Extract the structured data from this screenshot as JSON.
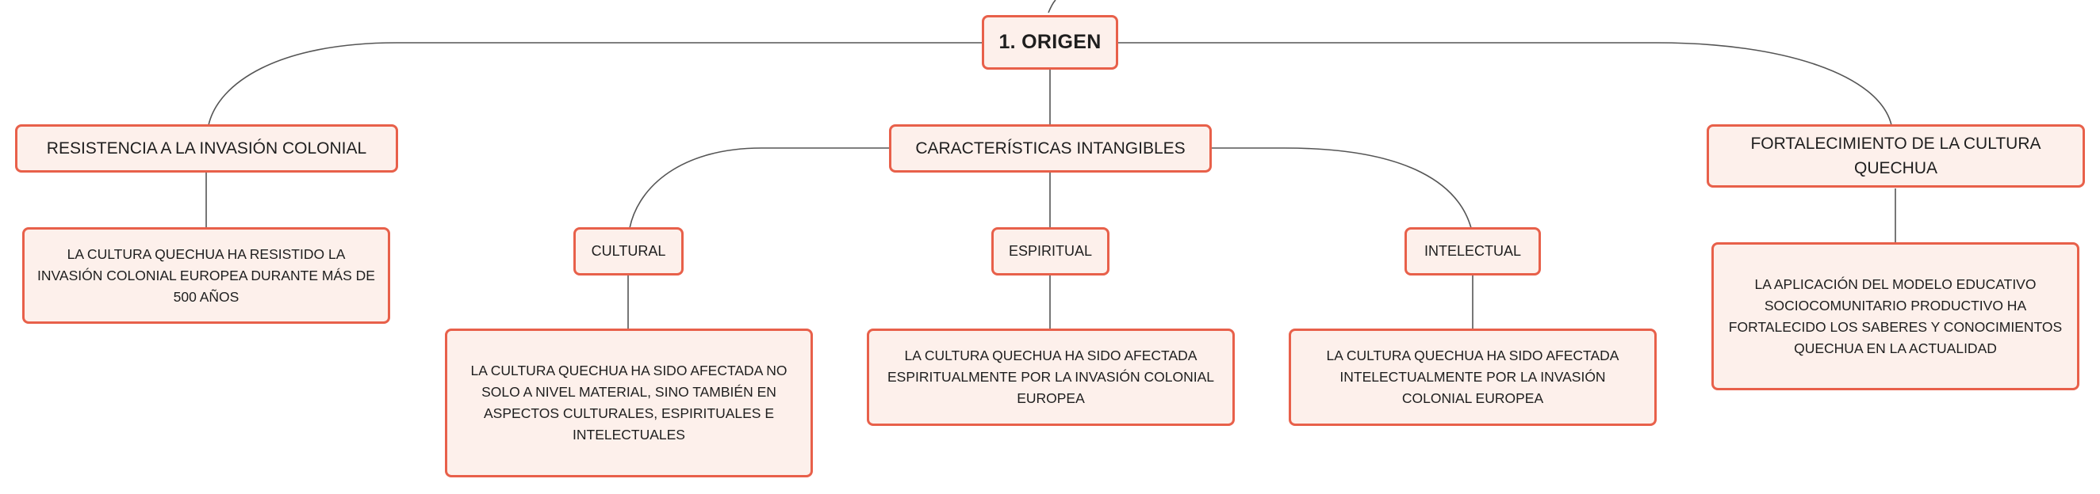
{
  "colors": {
    "node_fill": "#fdf0eb",
    "node_border": "#e8604a",
    "connector": "#555555",
    "text": "#1e1e1e"
  },
  "root": {
    "label": "1. ORIGEN"
  },
  "branches": {
    "resistencia": {
      "label": "RESISTENCIA A LA INVASIÓN COLONIAL",
      "detail": "LA CULTURA QUECHUA HA RESISTIDO LA INVASIÓN COLONIAL EUROPEA DURANTE MÁS DE 500 AÑOS"
    },
    "caracteristicas": {
      "label": "CARACTERÍSTICAS INTANGIBLES",
      "children": {
        "cultural": {
          "label": "CULTURAL",
          "detail": "LA CULTURA QUECHUA HA SIDO AFECTADA NO SOLO A NIVEL MATERIAL, SINO TAMBIÉN EN ASPECTOS CULTURALES, ESPIRITUALES E INTELECTUALES"
        },
        "espiritual": {
          "label": "ESPIRITUAL",
          "detail": "LA CULTURA QUECHUA HA SIDO AFECTADA ESPIRITUALMENTE POR LA INVASIÓN COLONIAL EUROPEA"
        },
        "intelectual": {
          "label": "INTELECTUAL",
          "detail": "LA CULTURA QUECHUA HA SIDO AFECTADA INTELECTUALMENTE POR LA INVASIÓN COLONIAL EUROPEA"
        }
      }
    },
    "fortalecimiento": {
      "label": "FORTALECIMIENTO DE LA CULTURA QUECHUA",
      "detail": "LA APLICACIÓN DEL MODELO EDUCATIVO SOCIOCOMUNITARIO PRODUCTIVO HA FORTALECIDO LOS SABERES Y CONOCIMIENTOS QUECHUA EN LA ACTUALIDAD"
    }
  }
}
